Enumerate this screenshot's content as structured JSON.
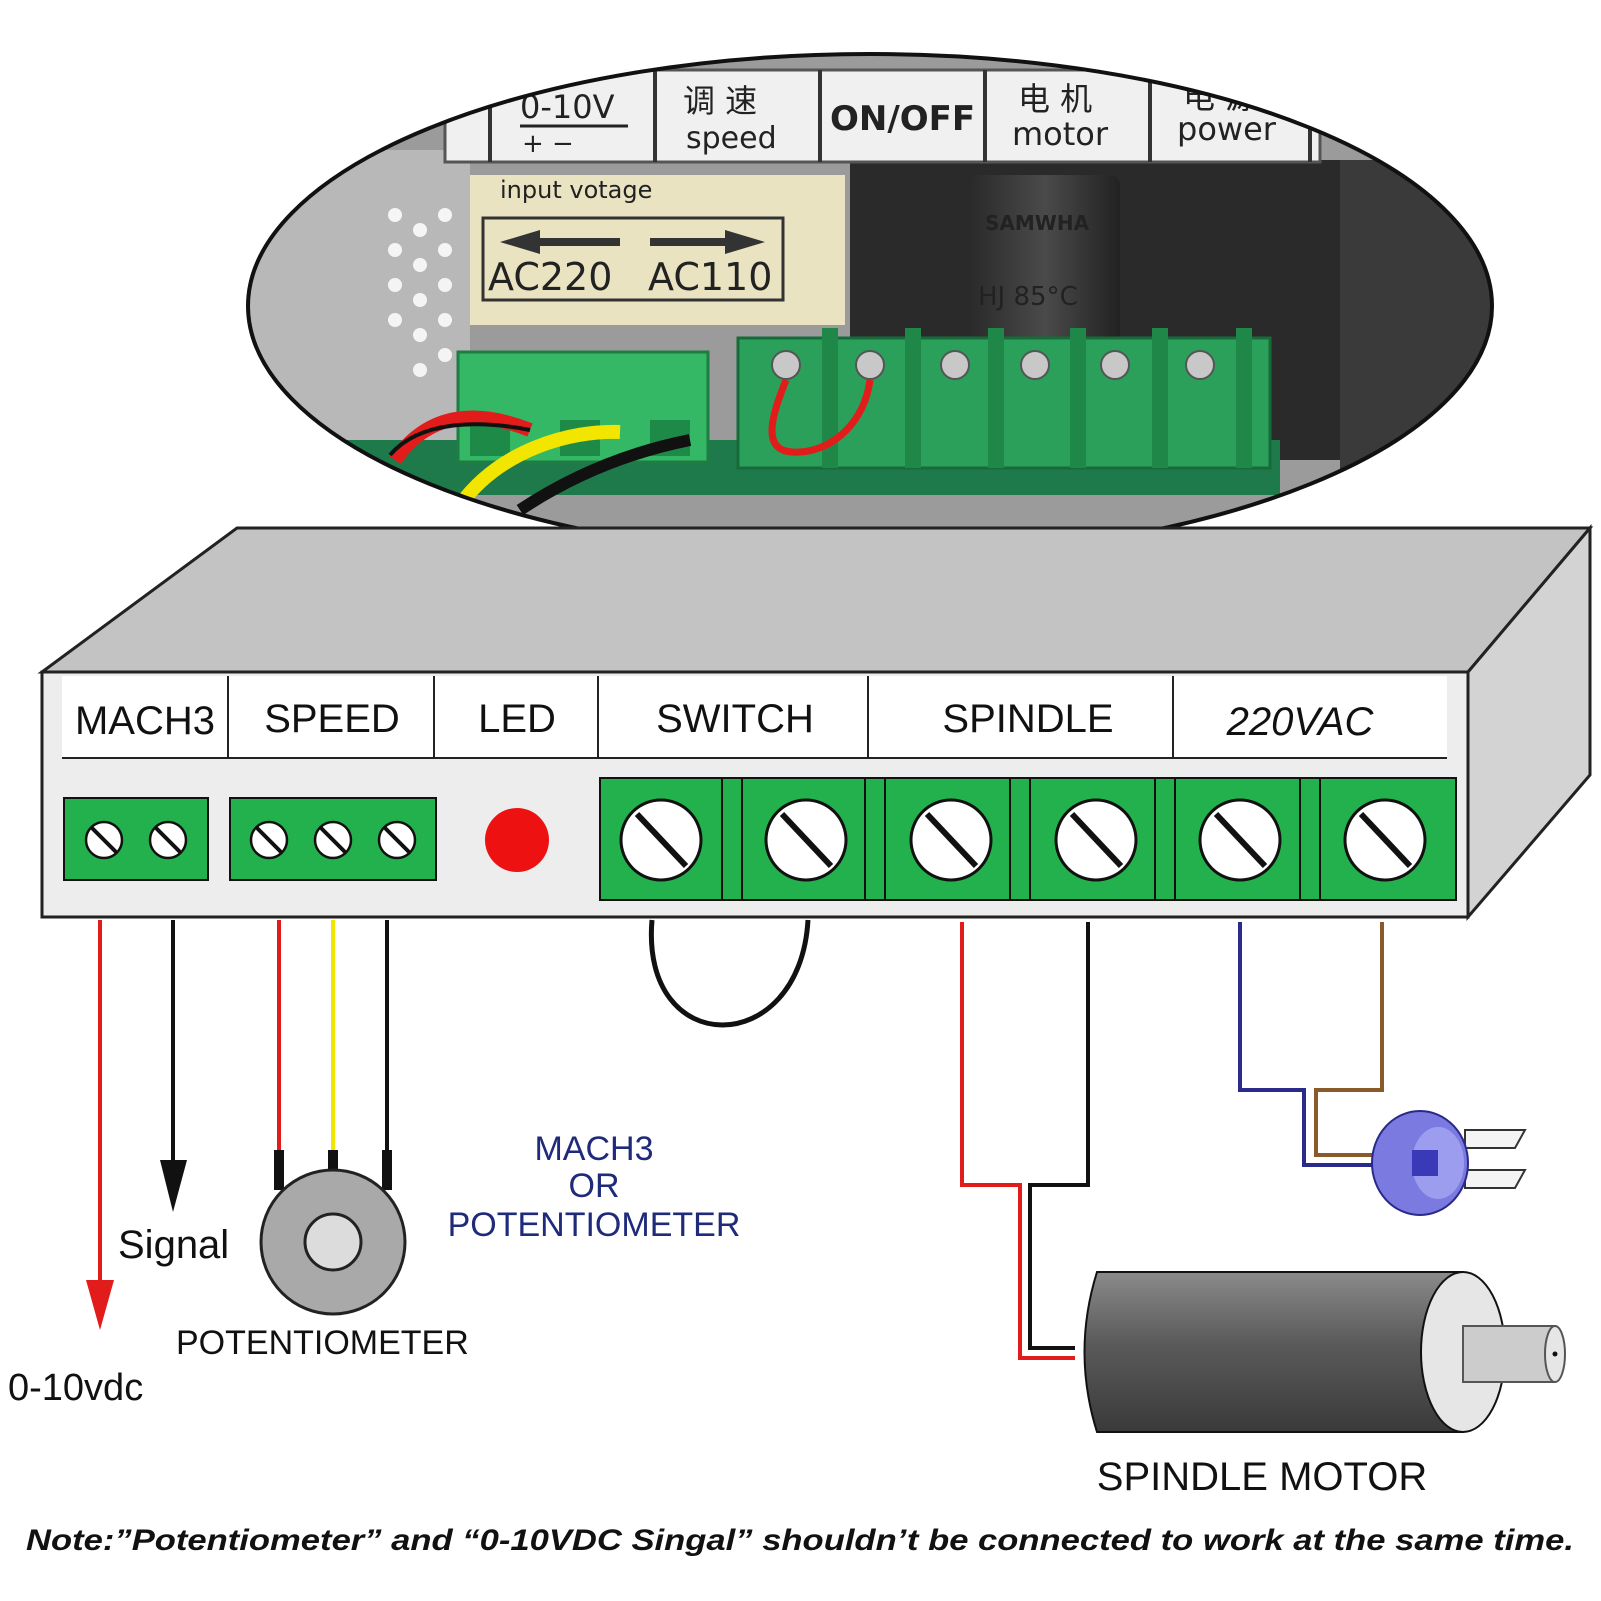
{
  "photo": {
    "labels": {
      "analog": "0-10V",
      "polarity": "+   −",
      "speed_cn": "调  速",
      "speed": "speed",
      "onoff": "ON/OFF",
      "motor_cn": "电  机",
      "motor": "motor",
      "power_cn": "电  源",
      "power": "power"
    },
    "input_voltage": "input votage",
    "voltage_left": "AC220",
    "voltage_right": "AC110",
    "capacitor_brand": "SAMWHA",
    "capacitor_rating": "HJ 85°C"
  },
  "box": {
    "sections": [
      "MACH3",
      "SPEED",
      "LED",
      "SWITCH",
      "SPINDLE",
      "220VAC"
    ]
  },
  "labels": {
    "signal": "Signal",
    "vdc": "0-10vdc",
    "potentiometer": "POTENTIOMETER",
    "mach_or_pot_line1": "MACH3",
    "mach_or_pot_line2": "OR",
    "mach_or_pot_line3": "POTENTIOMETER",
    "spindle_motor": "SPINDLE MOTOR"
  },
  "note": "Note:”Potentiometer” and “0-10VDC Singal” shouldn’t be connected to work at the same time.",
  "colors": {
    "terminal_green": "#22b14c",
    "box_front": "#ededed",
    "box_top": "#c3c3c3",
    "box_side": "#d3d3d3",
    "led_red": "#ee1111",
    "wire_red": "#e21b1b",
    "wire_yellow": "#f2e500",
    "wire_blue": "#2a2a8a",
    "wire_brown": "#8a5a2b",
    "text_navy": "#1f2a7a"
  }
}
